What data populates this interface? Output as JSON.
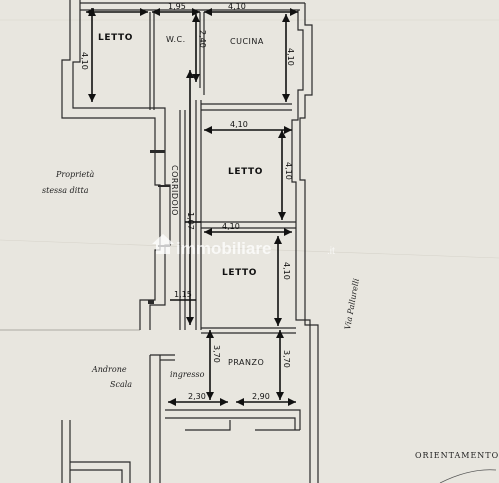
{
  "rooms": {
    "letto_top": "LETTO",
    "wc": "W.C.",
    "cucina": "CUCINA",
    "letto_mid": "LETTO",
    "letto_low": "LETTO",
    "corridoio": "CORRIDOIO",
    "ingresso": "ingresso",
    "pranzo": "PRANZO"
  },
  "labels": {
    "proprieta_line1": "Proprietà",
    "proprieta_line2": "stessa ditta",
    "androne_line1": "Androne",
    "androne_line2": "Scala",
    "via": "Via Pallurelli",
    "orientamento": "ORIENTAMENTO"
  },
  "dimensions": {
    "top_w1": "1,95",
    "top_w2": "4,10",
    "left_h": "4,10",
    "wc_h": "2,40",
    "cucina_h": "4,10",
    "mid_w": "4,10",
    "mid_h": "4,10",
    "corr_w": "1,07",
    "low_w": "4,10",
    "low_h": "4,10",
    "corr_bottom": "1,15",
    "ingresso_h": "3,70",
    "pranzo_h": "3,70",
    "bottom_w1": "2,30",
    "bottom_w2": "2,90"
  },
  "watermark": {
    "brand": "immobiliare",
    "suffix": ".it"
  }
}
